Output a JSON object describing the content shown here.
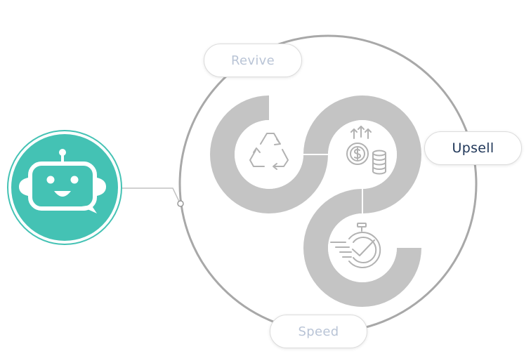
{
  "labels": {
    "revive": "Revive",
    "upsell": "Upsell",
    "speed": "Speed"
  },
  "icons": {
    "bot": "robot-chat-icon",
    "revive": "recycle-icon",
    "upsell": "money-growth-icon",
    "speed": "stopwatch-check-icon"
  },
  "colors": {
    "teal": "#44c2b4",
    "ring": "#a8a8a8",
    "bands": "#c4c4c4",
    "icon_stroke": "#b2b2b2",
    "active_text": "#1f3658",
    "inactive_text": "#b9c4d6"
  }
}
